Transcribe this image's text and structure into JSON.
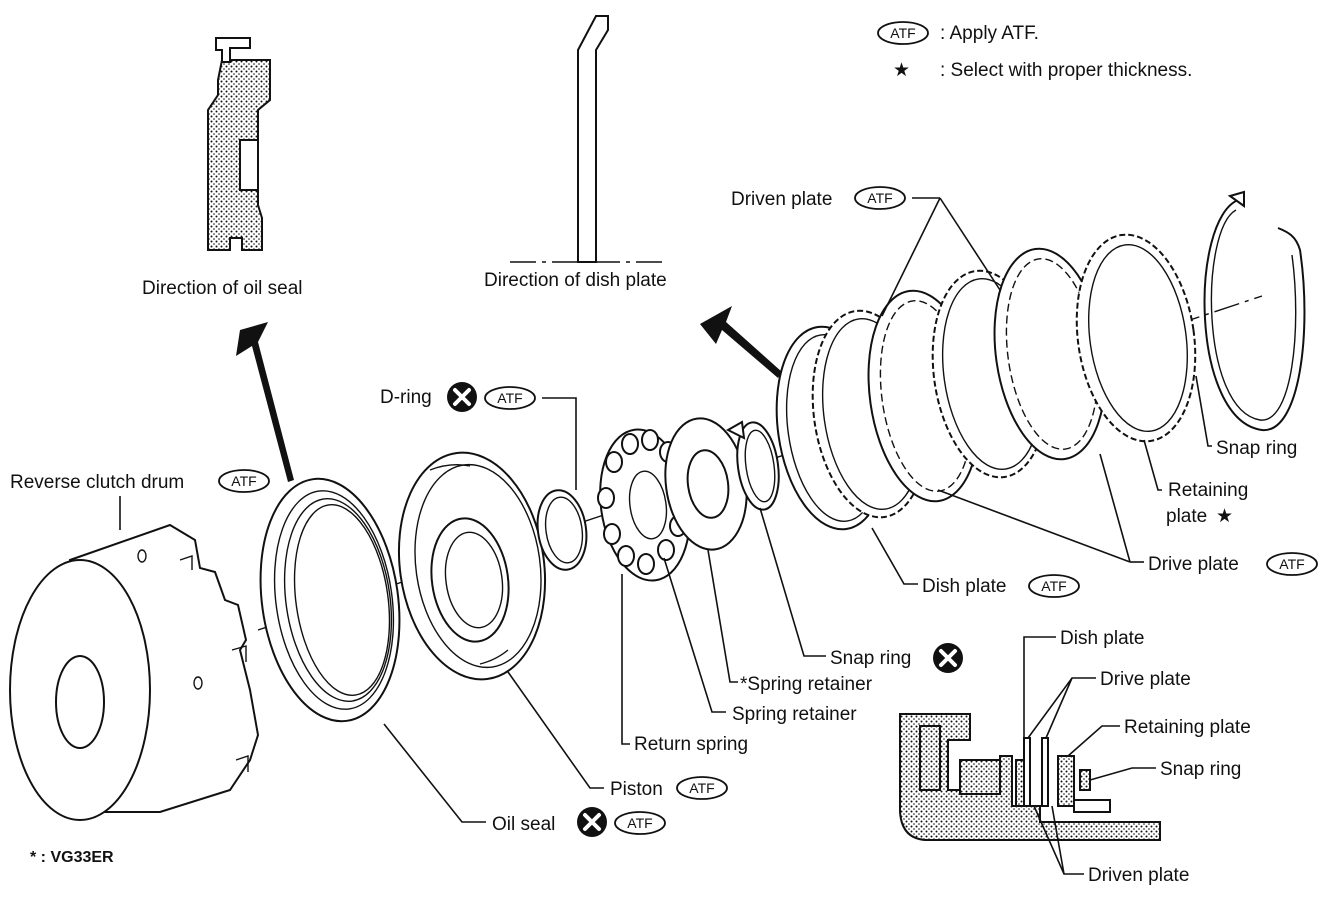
{
  "legend": {
    "atf_symbol": "ATF",
    "atf_text": ": Apply ATF.",
    "star_symbol": "★",
    "star_text": ": Select with proper thickness."
  },
  "insets": {
    "oil_seal_direction": "Direction of oil seal",
    "dish_plate_direction": "Direction of dish plate"
  },
  "labels": {
    "reverse_clutch_drum": "Reverse clutch drum",
    "d_ring": "D-ring",
    "driven_plate": "Driven plate",
    "snap_ring": "Snap ring",
    "retaining_plate_line1": "Retaining",
    "retaining_plate_line2": "plate",
    "drive_plate": "Drive plate",
    "dish_plate": "Dish plate",
    "snap_ring_2": "Snap ring",
    "spring_retainer_star": "*Spring retainer",
    "spring_retainer": "Spring retainer",
    "return_spring": "Return spring",
    "piston": "Piston",
    "oil_seal": "Oil seal",
    "footnote": "* : VG33ER"
  },
  "detail": {
    "dish_plate": "Dish plate",
    "drive_plate": "Drive plate",
    "retaining_plate": "Retaining plate",
    "snap_ring": "Snap ring",
    "driven_plate": "Driven plate"
  },
  "badges": {
    "atf": "ATF"
  }
}
